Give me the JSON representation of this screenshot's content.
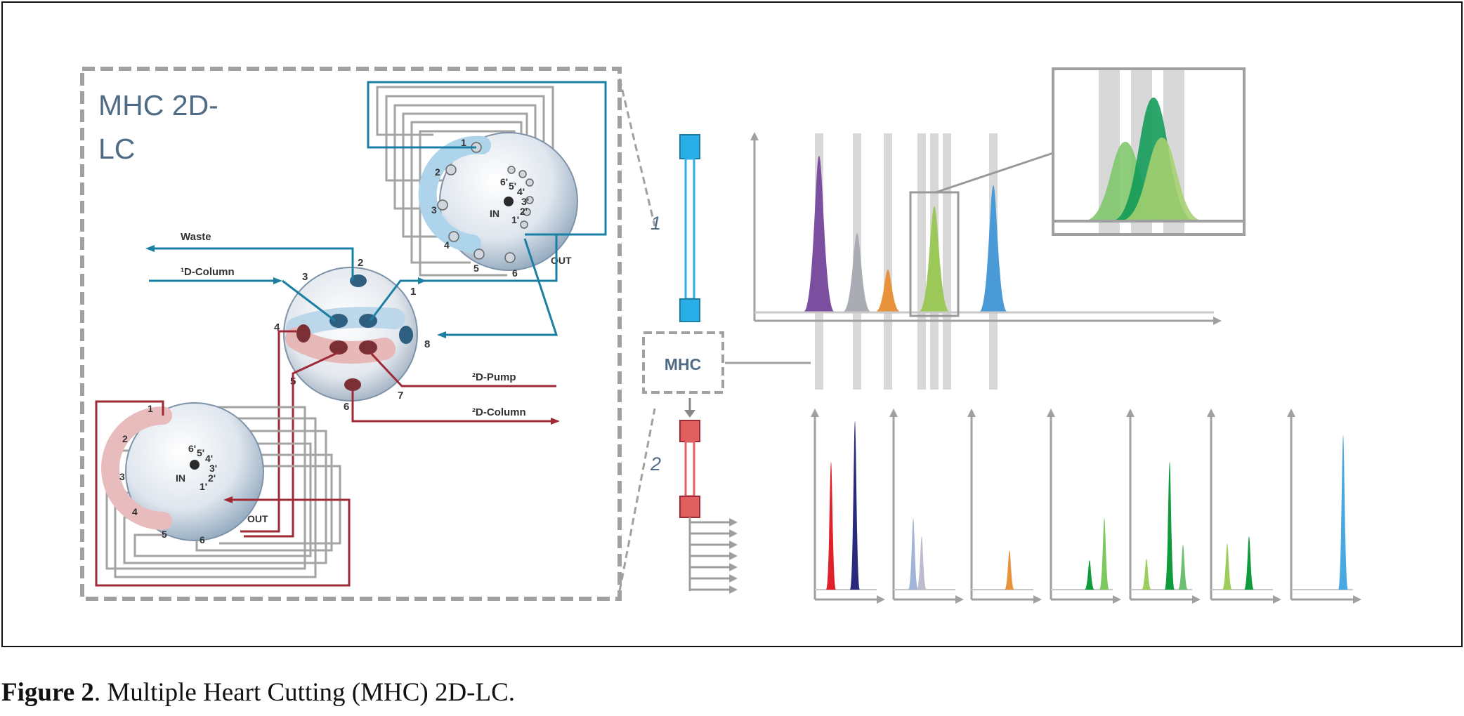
{
  "panel_title_line1": "MHC 2D-",
  "panel_title_line2": "LC",
  "labels": {
    "waste": "Waste",
    "d1_column": "¹D-Column",
    "d2_pump": "²D-Pump",
    "d2_column": "²D-Column",
    "in": "IN",
    "out": "OUT",
    "mhc": "MHC",
    "column_1": "1",
    "column_2": "2"
  },
  "main_valve_ports": [
    "1",
    "2",
    "3",
    "4",
    "5",
    "6",
    "7",
    "8"
  ],
  "loop_valve_ports": [
    "1",
    "2",
    "3",
    "4",
    "5",
    "6"
  ],
  "loop_valve_inner_ports": [
    "6'",
    "5'",
    "4'",
    "3'",
    "2'",
    "1'"
  ],
  "caption": {
    "bold": "Figure 2",
    "text": ". Multiple Heart Cutting (MHC) 2D-LC."
  },
  "colors": {
    "blue_flow": "#1a7fa3",
    "red_flow": "#9e2a35",
    "gray_line": "#a3a3a3",
    "title": "#4f6b86",
    "column_blue": "#2aaee8",
    "column_red": "#e06060"
  },
  "first_dim_peaks": [
    {
      "color": "#7b4ea0"
    },
    {
      "color": "#a9acb3"
    },
    {
      "color": "#e8923b"
    },
    {
      "color": "#9cc85a"
    },
    {
      "color": "#4a9ad8"
    }
  ],
  "second_dim_chromatograms": [
    {
      "peaks": [
        {
          "color": "#e0202a"
        },
        {
          "color": "#2a2a7c"
        }
      ]
    },
    {
      "peaks": [
        {
          "color": "#9fb4d6"
        },
        {
          "color": "#bdbccc"
        }
      ]
    },
    {
      "peaks": [
        {
          "color": "#e8923b"
        }
      ]
    },
    {
      "peaks": [
        {
          "color": "#0f9a3c"
        },
        {
          "color": "#7ec860"
        }
      ]
    },
    {
      "peaks": [
        {
          "color": "#9ccc5a"
        },
        {
          "color": "#0f9a3c"
        },
        {
          "color": "#6cc070"
        }
      ]
    },
    {
      "peaks": [
        {
          "color": "#9ccc5a"
        },
        {
          "color": "#0f9a3c"
        }
      ]
    },
    {
      "peaks": [
        {
          "color": "#4aa8e0"
        }
      ]
    }
  ],
  "zoom_peaks": [
    {
      "color": "#7dc66a"
    },
    {
      "color": "#0f9a55"
    },
    {
      "color": "#a6d070"
    }
  ]
}
